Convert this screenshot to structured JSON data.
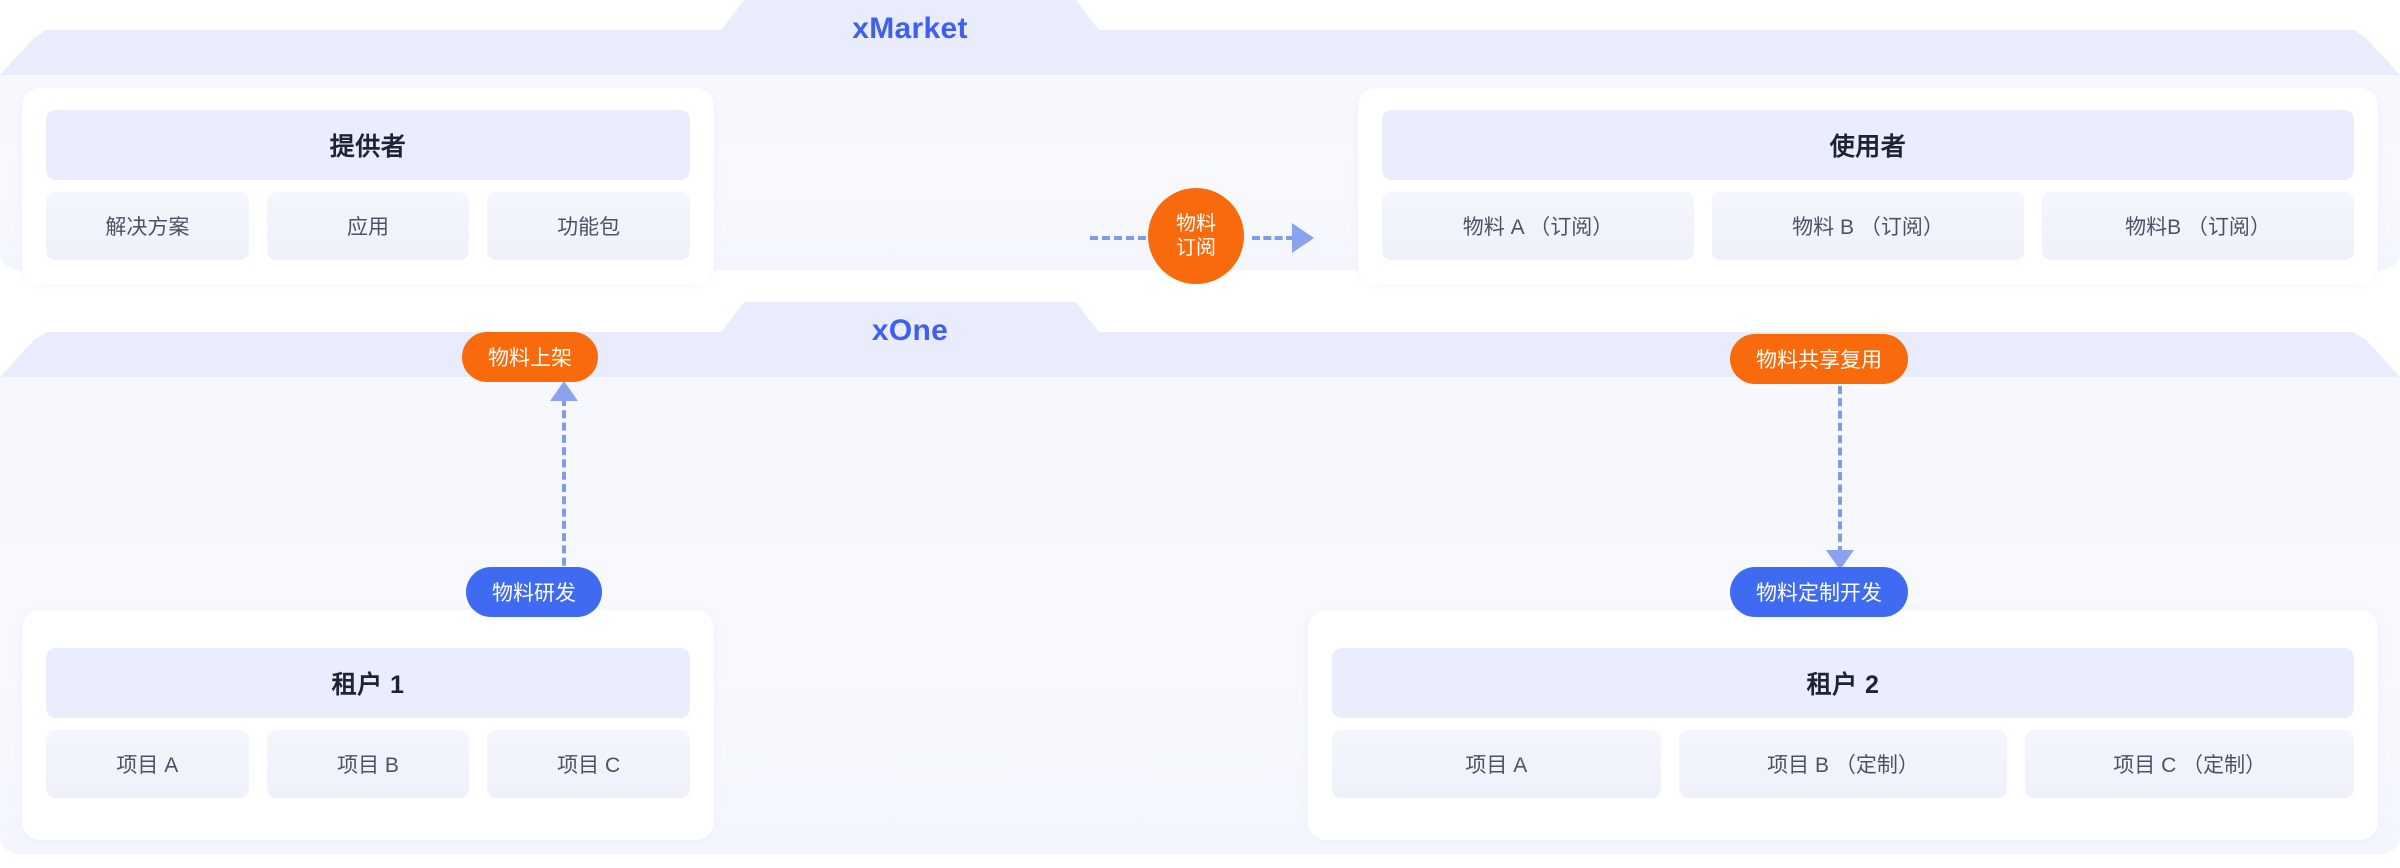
{
  "panels": [
    {
      "id": "xmarket",
      "title": "xMarket",
      "groups": [
        {
          "id": "provider",
          "title": "提供者",
          "items": [
            "解决方案",
            "应用",
            "功能包"
          ]
        },
        {
          "id": "consumer",
          "title": "使用者",
          "items": [
            "物料 A （订阅）",
            "物料 B （订阅）",
            "物料B （订阅）"
          ]
        }
      ]
    },
    {
      "id": "xone",
      "title": "xOne",
      "groups": [
        {
          "id": "tenant1",
          "title": "租户 1",
          "items": [
            "项目 A",
            "项目 B",
            "项目 C"
          ]
        },
        {
          "id": "tenant2",
          "title": "租户 2",
          "items": [
            "项目 A",
            "项目 B （定制）",
            "项目 C （定制）"
          ]
        }
      ]
    }
  ],
  "badges": {
    "subscribe_circle_line1": "物料",
    "subscribe_circle_line2": "订阅",
    "publish": "物料上架",
    "share_reuse": "物料共享复用",
    "material_rnd": "物料研发",
    "material_custom_dev": "物料定制开发"
  },
  "colors": {
    "orange": "#f96a0c",
    "blue": "#3f6bf2",
    "title_blue": "#3e5ff0",
    "panel_header": "#e9ecfc",
    "panel_body": "#f7f9fd",
    "card_white": "#ffffff",
    "group_title_bg": "#eaeefc",
    "item_bg": "#eef1fb",
    "connector": "#7f9bea",
    "arrow": "#8ba2ee",
    "text_dark": "#1d2433",
    "text_muted": "#4a5366"
  }
}
